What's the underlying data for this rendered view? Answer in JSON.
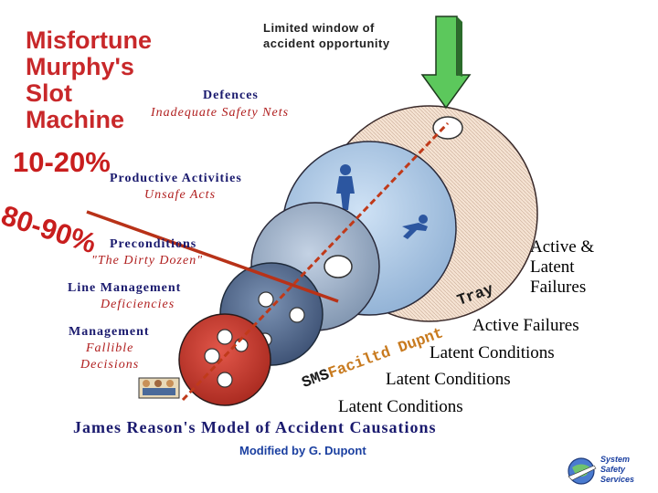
{
  "title": {
    "line1": "Misfortune",
    "line2": "Murphy's",
    "line3": "Slot",
    "line4": "Machine"
  },
  "window_label": {
    "line1": "Limited window of",
    "line2": "accident opportunity"
  },
  "percent_1": "10-20%",
  "percent_2": "80-90%",
  "layers": {
    "defences": {
      "heading": "Defences",
      "sub": "Inadequate Safety Nets"
    },
    "productive": {
      "heading": "Productive Activities",
      "sub": "Unsafe Acts"
    },
    "preconditions": {
      "heading": "Preconditions",
      "sub": "\"The Dirty Dozen\""
    },
    "line_management": {
      "heading": "Line Management",
      "sub": "Deficiencies"
    },
    "management": {
      "heading": "Management",
      "sub1": "Fallible",
      "sub2": "Decisions"
    }
  },
  "right_labels": {
    "active_latent_1": "Active &",
    "active_latent_2": "Latent",
    "active_latent_3": "Failures",
    "active_failures": "Active Failures",
    "latent_1": "Latent Conditions",
    "latent_2": "Latent Conditions",
    "latent_3": "Latent Conditions"
  },
  "wave_text": {
    "sms": "SMS",
    "rest": "Faciltd Dupnt",
    "tray": "Tray"
  },
  "footer": "James Reason's Model of Accident Causations",
  "modified": "Modified by G. Dupont",
  "logo": {
    "line1": "System",
    "line2": "Safety",
    "line3": "Services"
  },
  "colors": {
    "title_red": "#c8282a",
    "layer_heading_navy": "#1a1a6e",
    "arrow_green": "#5cc85c",
    "trajectory_red": "#c03a1a"
  }
}
